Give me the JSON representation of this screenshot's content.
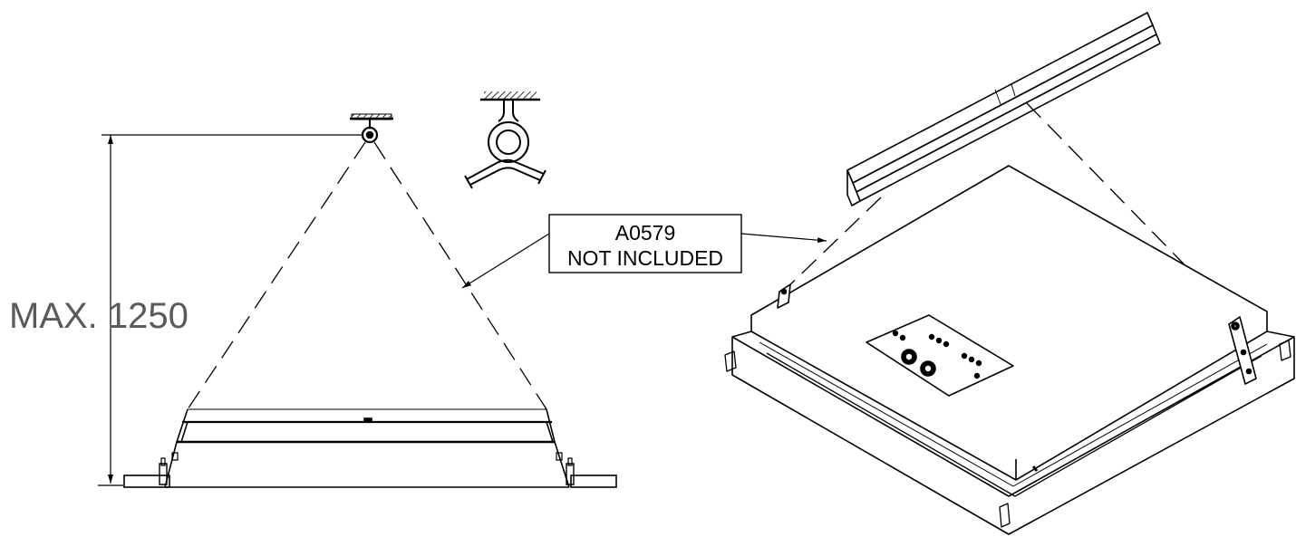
{
  "dimension": {
    "label": "MAX. 1250"
  },
  "callout": {
    "line1": "A0579",
    "line2": "NOT INCLUDED"
  },
  "colors": {
    "line": "#000000",
    "dimension_text": "#5a5a5a",
    "background": "#ffffff"
  }
}
